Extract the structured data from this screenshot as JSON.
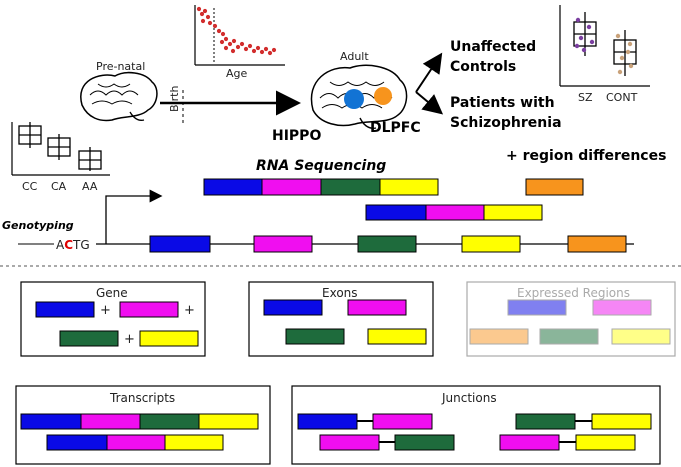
{
  "labels": {
    "prenatal": "Pre-natal",
    "birth": "Birth",
    "age": "Age",
    "adult": "Adult",
    "hippo": "HIPPO",
    "dlpfc": "DLPFC",
    "unaffected": [
      "Unaffected",
      "Controls"
    ],
    "patients": [
      "Patients with",
      "Schizophrenia"
    ],
    "sz": "SZ",
    "cont": "CONT",
    "cc": "CC",
    "ca": "CA",
    "aa": "AA",
    "rnaseq": "RNA Sequencing",
    "region_diff": "+ region differences",
    "genotyping": "Genotyping",
    "seq_a": "A",
    "seq_c": "C",
    "seq_tg": "TG"
  },
  "legend": {
    "gene": "Gene",
    "exons": "Exons",
    "expressed_regions": "Expressed Regions",
    "transcripts": "Transcripts",
    "junctions": "Junctions",
    "plus": "+"
  },
  "colors": {
    "blue": "#0a0ae6",
    "magenta": "#f00ef0",
    "green": "#1e6b3c",
    "yellow": "#ffff00",
    "orange": "#f7941d",
    "hippo": "#1273d4",
    "dlpfc": "#f7941d",
    "scatter_red": "#d22d2d",
    "sz_dots": "#7b3fa0",
    "cont_dots": "#c9a27a"
  }
}
